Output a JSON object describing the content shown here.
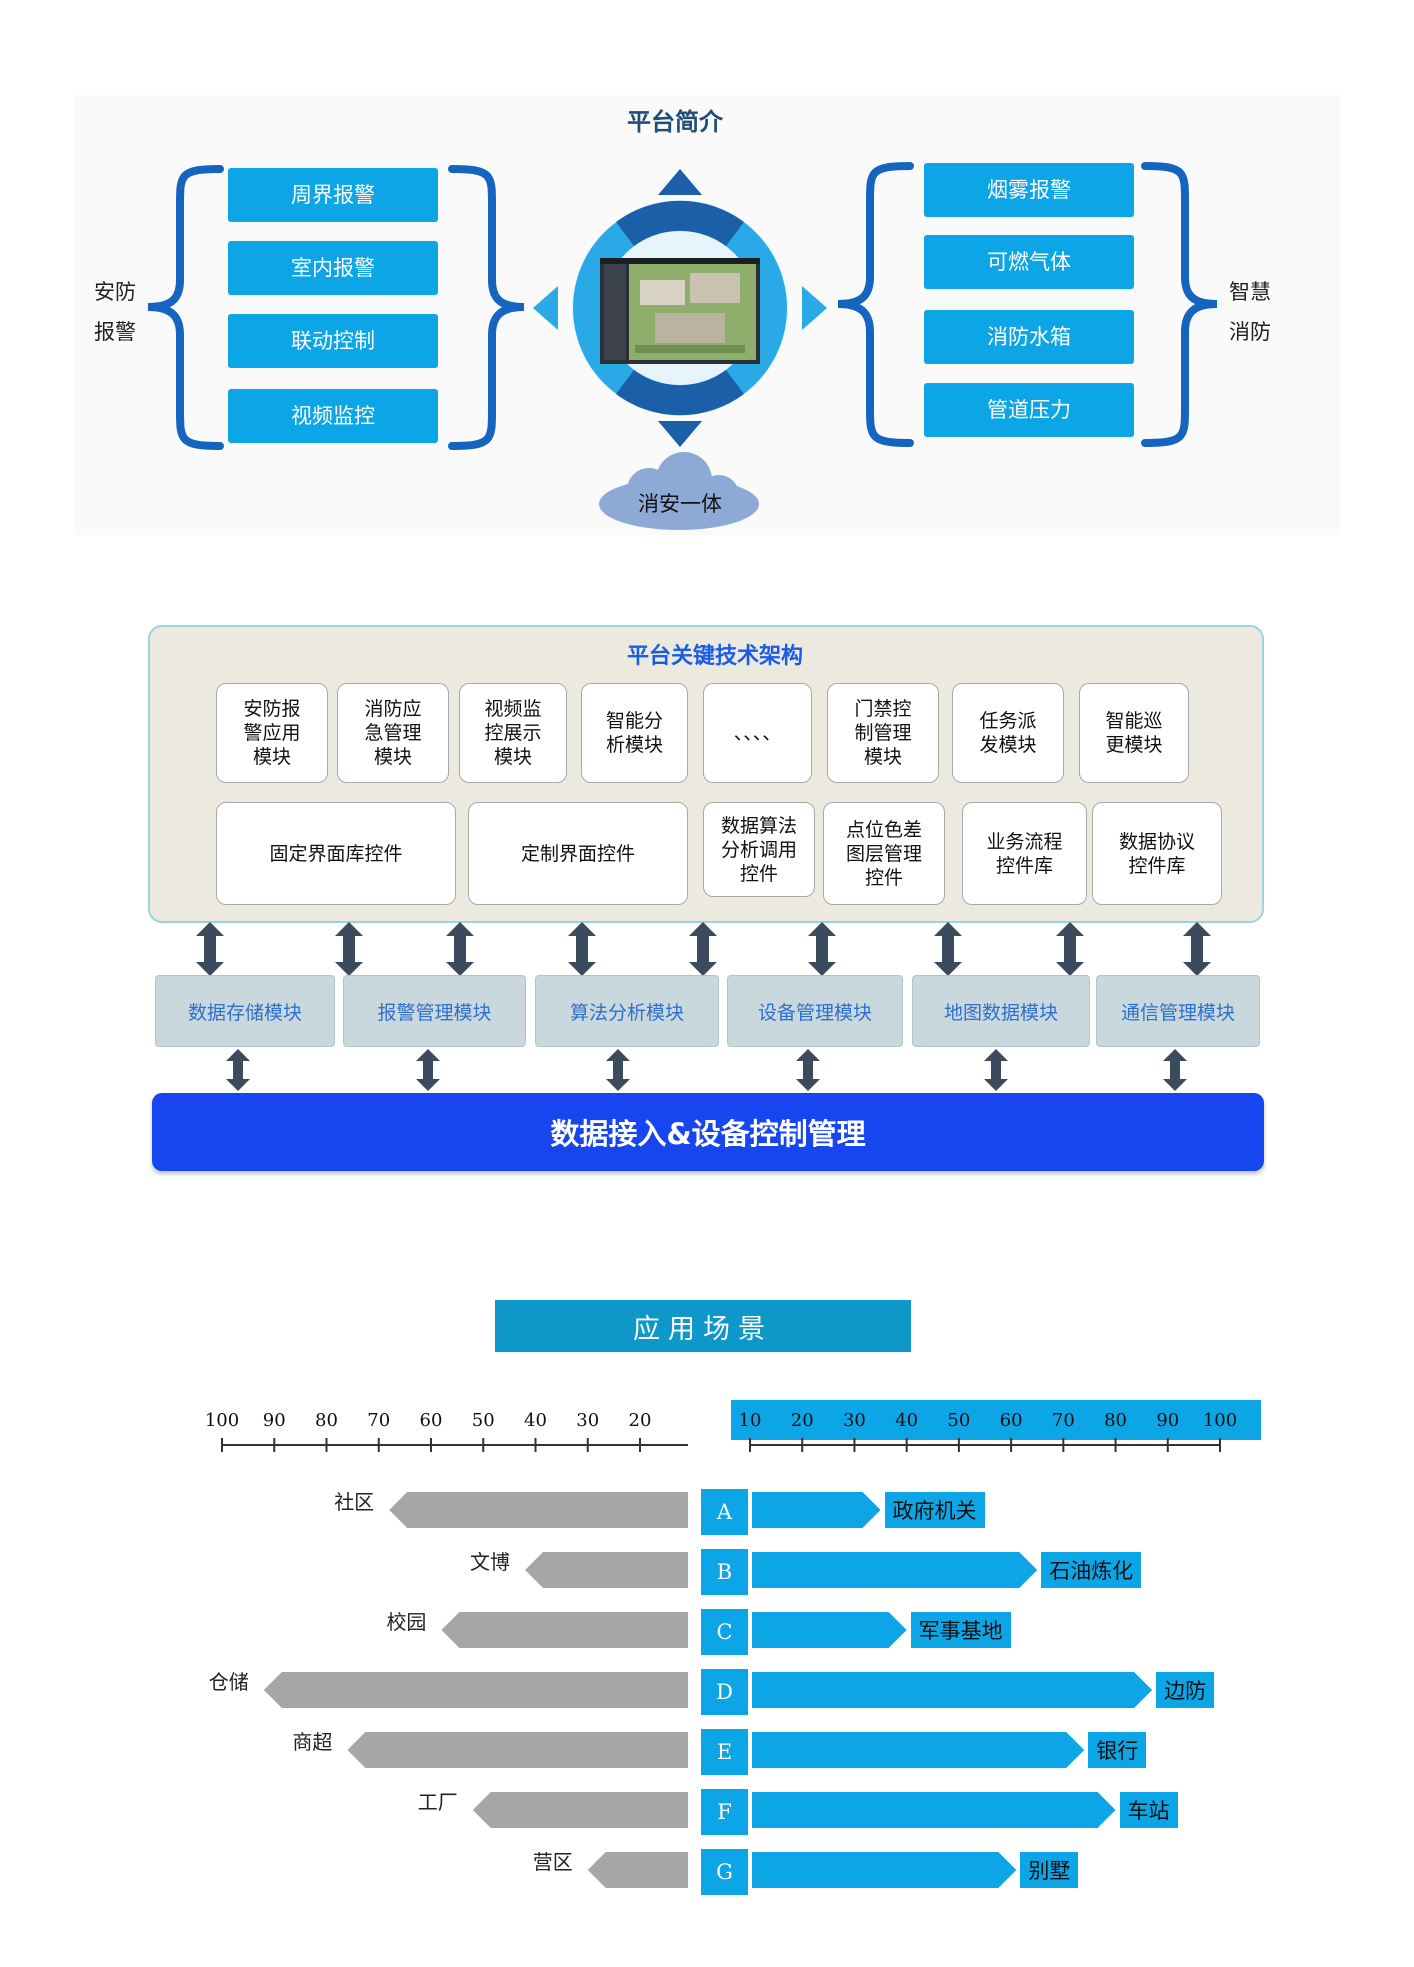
{
  "intro": {
    "title": "平台简介",
    "left_label": [
      "安防",
      "报警"
    ],
    "right_label": [
      "智慧",
      "消防"
    ],
    "left_items": [
      "周界报警",
      "室内报警",
      "联动控制",
      "视频监控"
    ],
    "right_items": [
      "烟雾报警",
      "可燃气体",
      "消防水箱",
      "管道压力"
    ],
    "cloud_text": "消安一体"
  },
  "architecture": {
    "title": "平台关键技术架构",
    "row1": [
      "安防报\n警应用\n模块",
      "消防应\n急管理\n模块",
      "视频监\n控展示\n模块",
      "智能分\n析模块",
      "、、、、",
      "门禁控\n制管理\n模块",
      "任务派\n发模块",
      "智能巡\n更模块"
    ],
    "row2": [
      "固定界面库控件",
      "定制界面控件",
      "数据算法\n分析调用\n控件",
      "点位色差\n图层管理\n控件",
      "业务流程\n控件库",
      "数据协议\n控件库"
    ],
    "modules": [
      "数据存储模块",
      "报警管理模块",
      "算法分析模块",
      "设备管理模块",
      "地图数据模块",
      "通信管理模块"
    ],
    "base_bar": "数据接入&设备控制管理"
  },
  "scenarios": {
    "banner": "应用场景",
    "left_ticks": [
      "100",
      "90",
      "80",
      "70",
      "60",
      "50",
      "40",
      "30",
      "20"
    ],
    "right_ticks": [
      "10",
      "20",
      "30",
      "40",
      "50",
      "60",
      "70",
      "80",
      "90",
      "100"
    ],
    "rows": [
      {
        "letter": "A",
        "left_label": "社区",
        "left_value": 68,
        "right_label": "政府机关",
        "right_value": 35
      },
      {
        "letter": "B",
        "left_label": "文博",
        "left_value": 42,
        "right_label": "石油炼化",
        "right_value": 65
      },
      {
        "letter": "C",
        "left_label": "校园",
        "left_value": 58,
        "right_label": "军事基地",
        "right_value": 40
      },
      {
        "letter": "D",
        "left_label": "仓储",
        "left_value": 92,
        "right_label": "边防",
        "right_value": 87
      },
      {
        "letter": "E",
        "left_label": "商超",
        "left_value": 76,
        "right_label": "银行",
        "right_value": 74
      },
      {
        "letter": "F",
        "left_label": "工厂",
        "left_value": 52,
        "right_label": "车站",
        "right_value": 80
      },
      {
        "letter": "G",
        "left_label": "营区",
        "left_value": 30,
        "right_label": "别墅",
        "right_value": 61
      }
    ]
  }
}
